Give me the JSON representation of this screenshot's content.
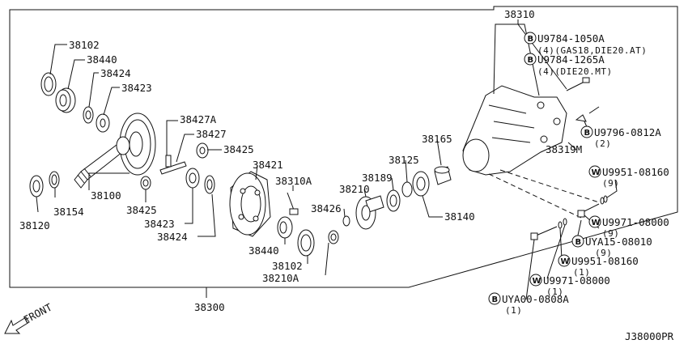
{
  "diagram_code": "J38000PR",
  "front_label": "FRONT",
  "part_numbers": {
    "p38102a": "38102",
    "p38440a": "38440",
    "p38424a": "38424",
    "p38423a": "38423",
    "p38427a": "38427A",
    "p38427": "38427",
    "p38425a": "38425",
    "p38425b": "38425",
    "p38100": "38100",
    "p38154": "38154",
    "p38120": "38120",
    "p38423b": "38423",
    "p38424b": "38424",
    "p38421": "38421",
    "p38310a": "38310A",
    "p38210": "38210",
    "p38426": "38426",
    "p38440b": "38440",
    "p38102b": "38102",
    "p38210a": "38210A",
    "p38189": "38189",
    "p38125": "38125",
    "p38165": "38165",
    "p38140": "38140",
    "p38310": "38310",
    "p38319m": "38319M",
    "p38300": "38300"
  },
  "hardware": [
    {
      "badge": "B",
      "code": "U9784-1050A",
      "note": "(4)(GAS18,DIE20.AT)"
    },
    {
      "badge": "B",
      "code": "U9784-1265A",
      "note": "(4)(DIE20.MT)"
    },
    {
      "badge": "B",
      "code": "U9796-0812A",
      "note": "(2)"
    },
    {
      "badge": "W",
      "code": "U9951-08160",
      "note": "(9)"
    },
    {
      "badge": "W",
      "code": "U9971-08000",
      "note": "(9)"
    },
    {
      "badge": "B",
      "code": "UYA15-08010",
      "note": "(9)"
    },
    {
      "badge": "W",
      "code": "U9951-08160",
      "note": "(1)"
    },
    {
      "badge": "W",
      "code": "U9971-08000",
      "note": "(1)"
    },
    {
      "badge": "B",
      "code": "UYA00-0808A",
      "note": "(1)"
    }
  ]
}
